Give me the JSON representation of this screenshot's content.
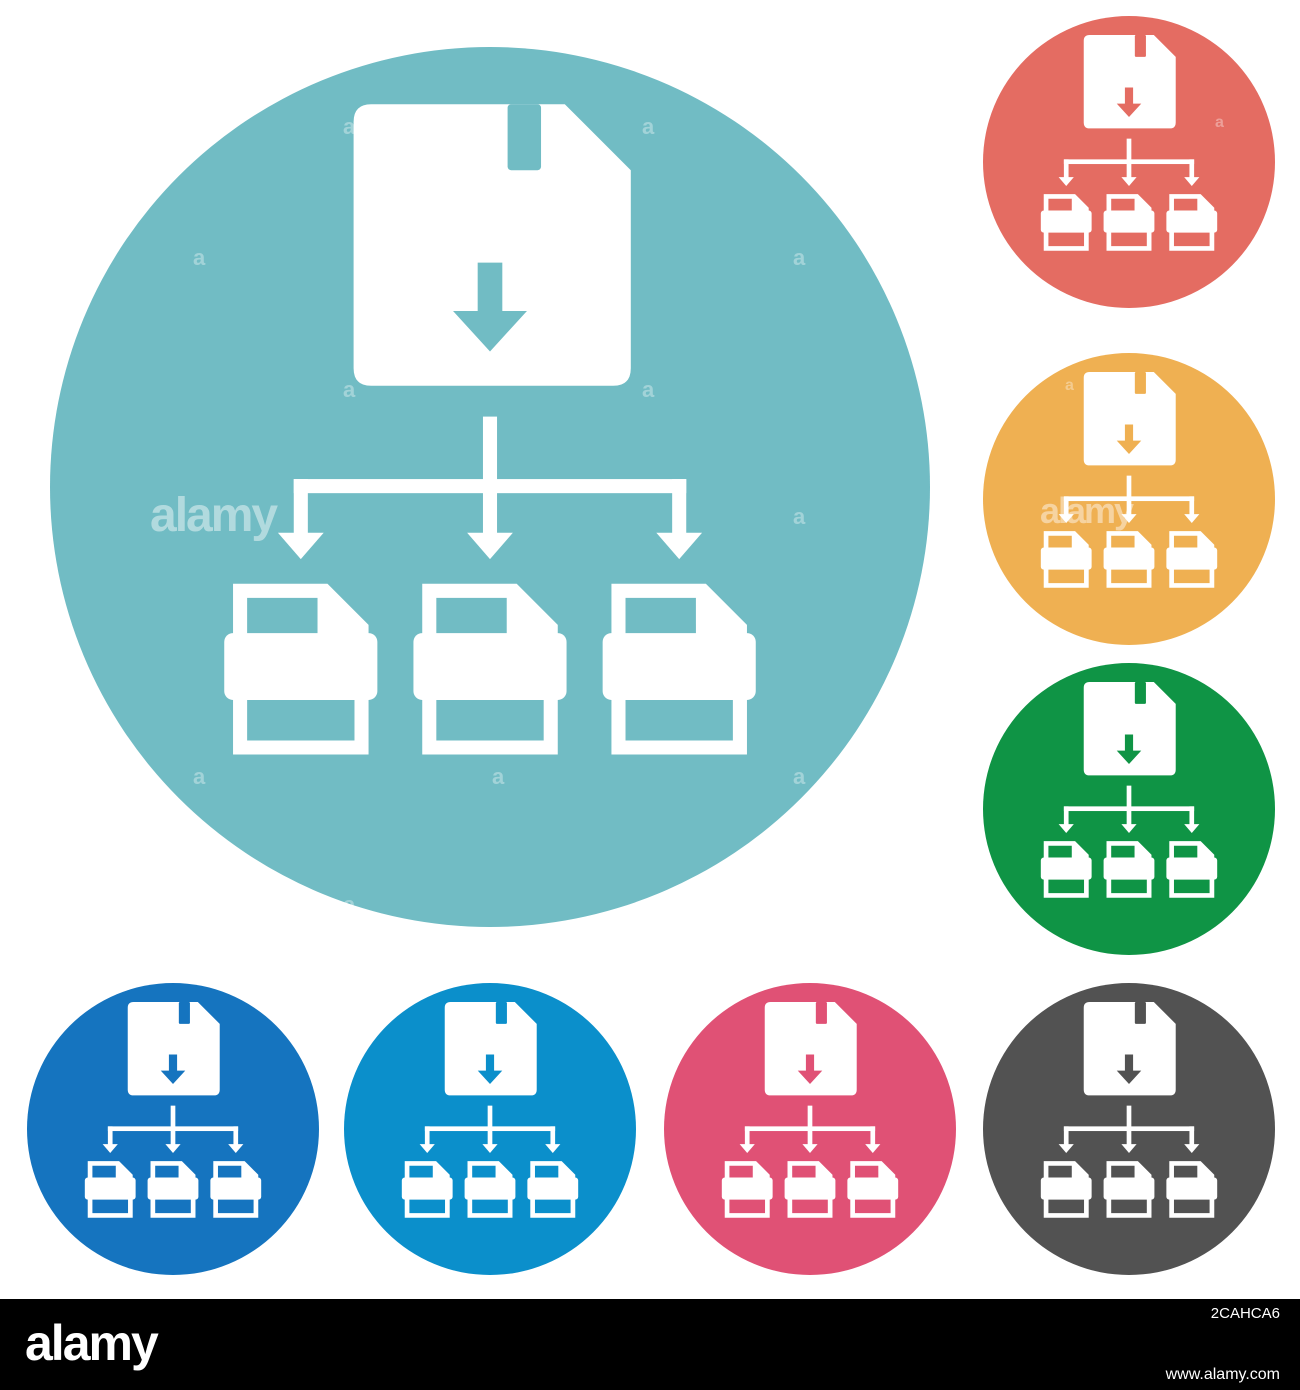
{
  "icon": {
    "name": "file-distribution-icon"
  },
  "badges": [
    {
      "name": "large-teal-badge",
      "color": "#71bcc4"
    },
    {
      "name": "red-badge",
      "color": "#e46c62"
    },
    {
      "name": "orange-badge",
      "color": "#efb052"
    },
    {
      "name": "green-badge",
      "color": "#0f9445"
    },
    {
      "name": "dark-blue-badge",
      "color": "#1574bf"
    },
    {
      "name": "light-blue-badge",
      "color": "#0b8fcb"
    },
    {
      "name": "pink-badge",
      "color": "#e05175"
    },
    {
      "name": "dark-gray-badge",
      "color": "#525252"
    }
  ],
  "watermark": {
    "text": "alamy",
    "small_mark": "a"
  },
  "footer": {
    "logo": "alamy",
    "image_id": "2CAHCA6",
    "url": "www.alamy.com"
  }
}
